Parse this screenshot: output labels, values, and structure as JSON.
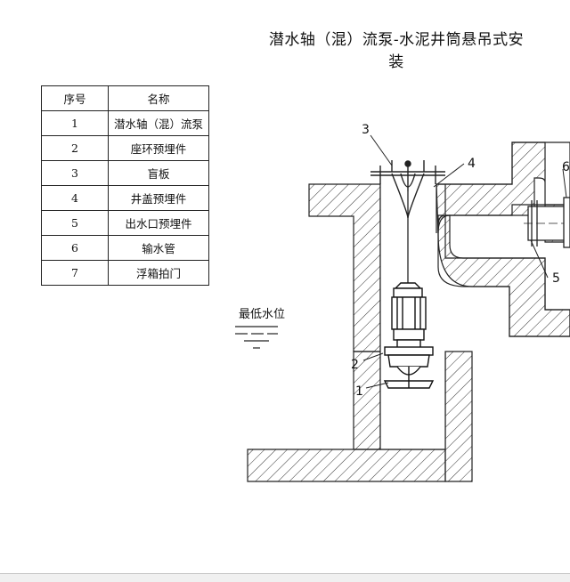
{
  "title": "潜水轴（混）流泵-水泥井筒悬吊式安装",
  "table": {
    "headers": [
      "序号",
      "名称"
    ],
    "rows": [
      [
        "1",
        "潜水轴（混）流泵"
      ],
      [
        "2",
        "座环预埋件"
      ],
      [
        "3",
        "盲板"
      ],
      [
        "4",
        "井盖预埋件"
      ],
      [
        "5",
        "出水口预埋件"
      ],
      [
        "6",
        "输水管"
      ],
      [
        "7",
        "浮箱拍门"
      ]
    ]
  },
  "water_level_label": "最低水位",
  "callouts": [
    "1",
    "2",
    "3",
    "4",
    "5",
    "6"
  ]
}
